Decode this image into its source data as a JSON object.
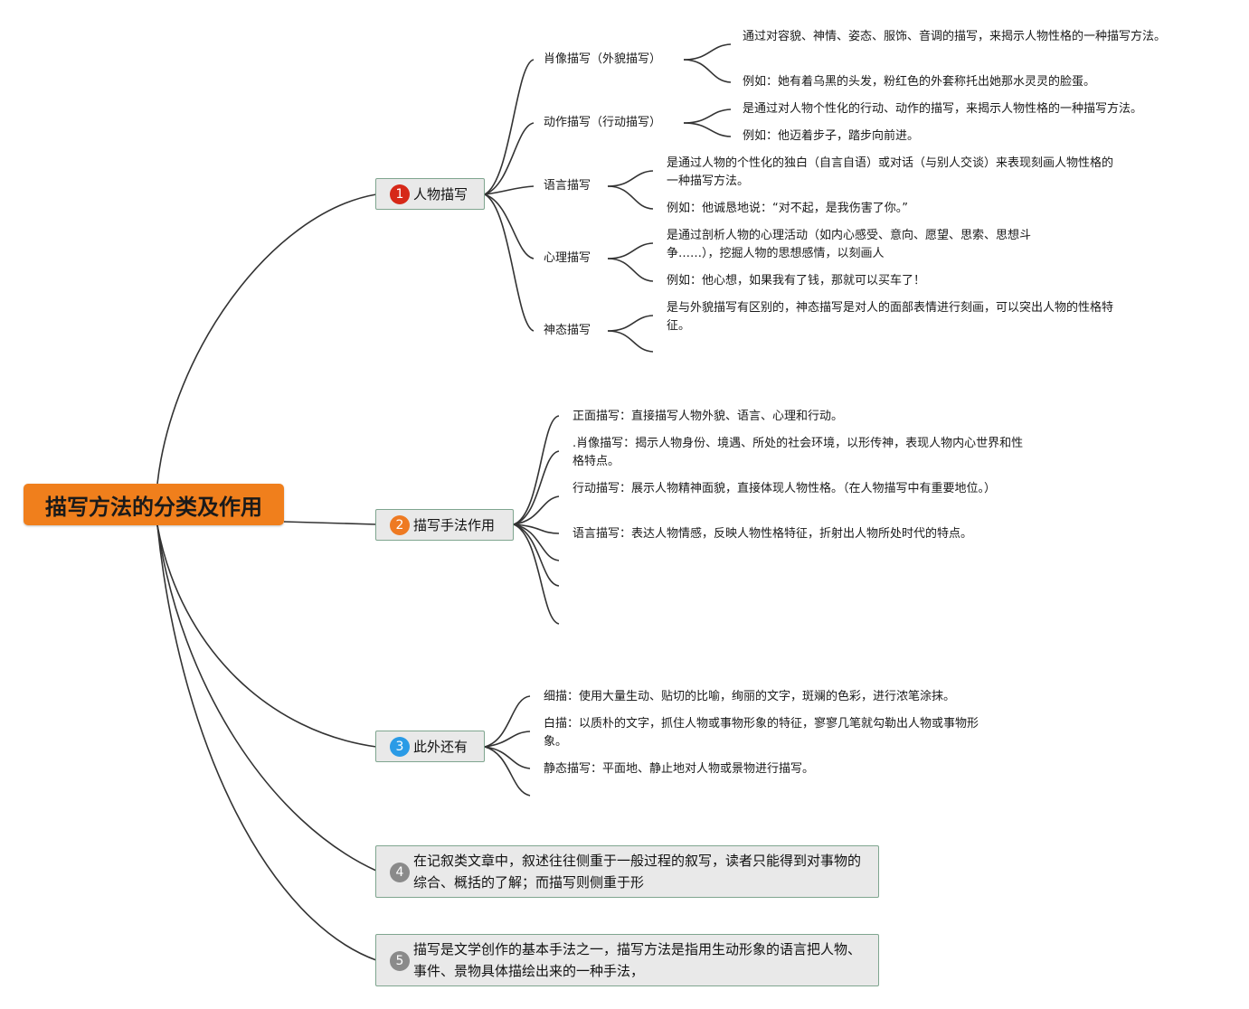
{
  "root": {
    "label": "描写方法的分类及作用"
  },
  "colors": {
    "root": "#f07f1c",
    "badge1": "#d62818",
    "badge2": "#ee7a22",
    "badge3": "#2a9be6",
    "badge_grey": "#8a8a8a",
    "branch_fill": "#e9e9e9",
    "branch_border": "#7fa58f",
    "line": "#333333"
  },
  "branches": [
    {
      "number": "1",
      "label": "人物描写",
      "subtopics": [
        {
          "label": "肖像描写（外貌描写）",
          "leaves": [
            "通过对容貌、神情、姿态、服饰、音调的描写，来揭示人物性格的一种描写方法。",
            "例如：她有着乌黑的头发，粉红色的外套称托出她那水灵灵的脸蛋。"
          ]
        },
        {
          "label": "动作描写（行动描写）",
          "leaves": [
            "是通过对人物个性化的行动、动作的描写，来揭示人物性格的一种描写方法。",
            "例如：他迈着步子，踏步向前进。"
          ]
        },
        {
          "label": "语言描写",
          "leaves": [
            "是通过人物的个性化的独白（自言自语）或对话（与别人交谈）来表现刻画人物性格的一种描写方法。",
            "例如：他诚恳地说：“对不起，是我伤害了你。”"
          ]
        },
        {
          "label": "心理描写",
          "leaves": [
            "是通过剖析人物的心理活动（如内心感受、意向、愿望、思索、思想斗争……），挖掘人物的思想感情，以刻画人",
            "例如：他心想，如果我有了钱，那就可以买车了！"
          ]
        },
        {
          "label": "神态描写",
          "leaves": [
            "是与外貌描写有区别的，神态描写是对人的面部表情进行刻画，可以突出人物的性格特征。",
            ""
          ]
        }
      ]
    },
    {
      "number": "2",
      "label": "描写手法作用",
      "leaves": [
        "正面描写：直接描写人物外貌、语言、心理和行动。",
        ".肖像描写：揭示人物身份、境遇、所处的社会环境，以形传神，表现人物内心世界和性格特点。",
        "行动描写：展示人物精神面貌，直接体现人物性格。（在人物描写中有重要地位。）",
        "语言描写：表达人物情感，反映人物性格特征，折射出人物所处时代的特点。",
        "",
        "",
        ""
      ]
    },
    {
      "number": "3",
      "label": "此外还有",
      "leaves": [
        "细描：使用大量生动、贴切的比喻，绚丽的文字，斑斓的色彩，进行浓笔涂抹。",
        "白描：以质朴的文字，抓住人物或事物形象的特征，寥寥几笔就勾勒出人物或事物形象。",
        "静态描写：平面地、静止地对人物或景物进行描写。",
        ""
      ]
    },
    {
      "number": "4",
      "label": "在记叙类文章中，叙述往往侧重于一般过程的叙写，读者只能得到对事物的综合、概括的了解；而描写则侧重于形"
    },
    {
      "number": "5",
      "label": "描写是文学创作的基本手法之一，描写方法是指用生动形象的语言把人物、事件、景物具体描绘出来的一种手法，"
    }
  ]
}
